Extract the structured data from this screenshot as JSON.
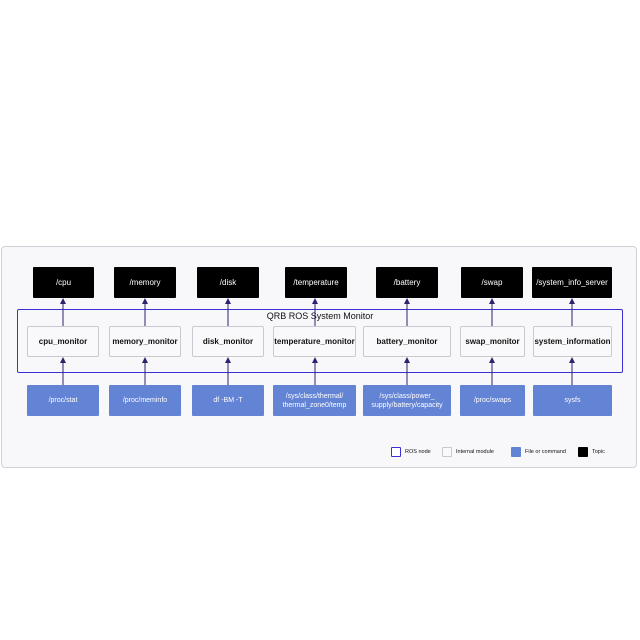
{
  "diagram": {
    "group_title": "QRB ROS System Monitor",
    "columns": [
      {
        "topic": "/cpu",
        "module": "cpu_monitor",
        "source": [
          "/proc/stat"
        ]
      },
      {
        "topic": "/memory",
        "module": "memory_monitor",
        "source": [
          "/proc/meminfo"
        ]
      },
      {
        "topic": "/disk",
        "module": "disk_monitor",
        "source": [
          "df -BM -T"
        ]
      },
      {
        "topic": "/temperature",
        "module": "temperature_monitor",
        "source": [
          "/sys/class/thermal/",
          "thermal_zone0/temp"
        ]
      },
      {
        "topic": "/battery",
        "module": "battery_monitor",
        "source": [
          "/sys/class/power_",
          "supply/battery/capacity"
        ]
      },
      {
        "topic": "/swap",
        "module": "swap_monitor",
        "source": [
          "/proc/swaps"
        ]
      },
      {
        "topic": "/system_info_server",
        "module": "system_information",
        "source": [
          "sysfs"
        ]
      }
    ],
    "legend": [
      {
        "label": "ROS node",
        "kind": "ros"
      },
      {
        "label": "Internal module",
        "kind": "mod"
      },
      {
        "label": "File or command",
        "kind": "file"
      },
      {
        "label": "Topic",
        "kind": "topic"
      }
    ],
    "colors": {
      "ros_border": "#3a2fd3",
      "file": "#6383d4",
      "topic": "#000000",
      "module_fill": "#f9f9fb"
    }
  }
}
